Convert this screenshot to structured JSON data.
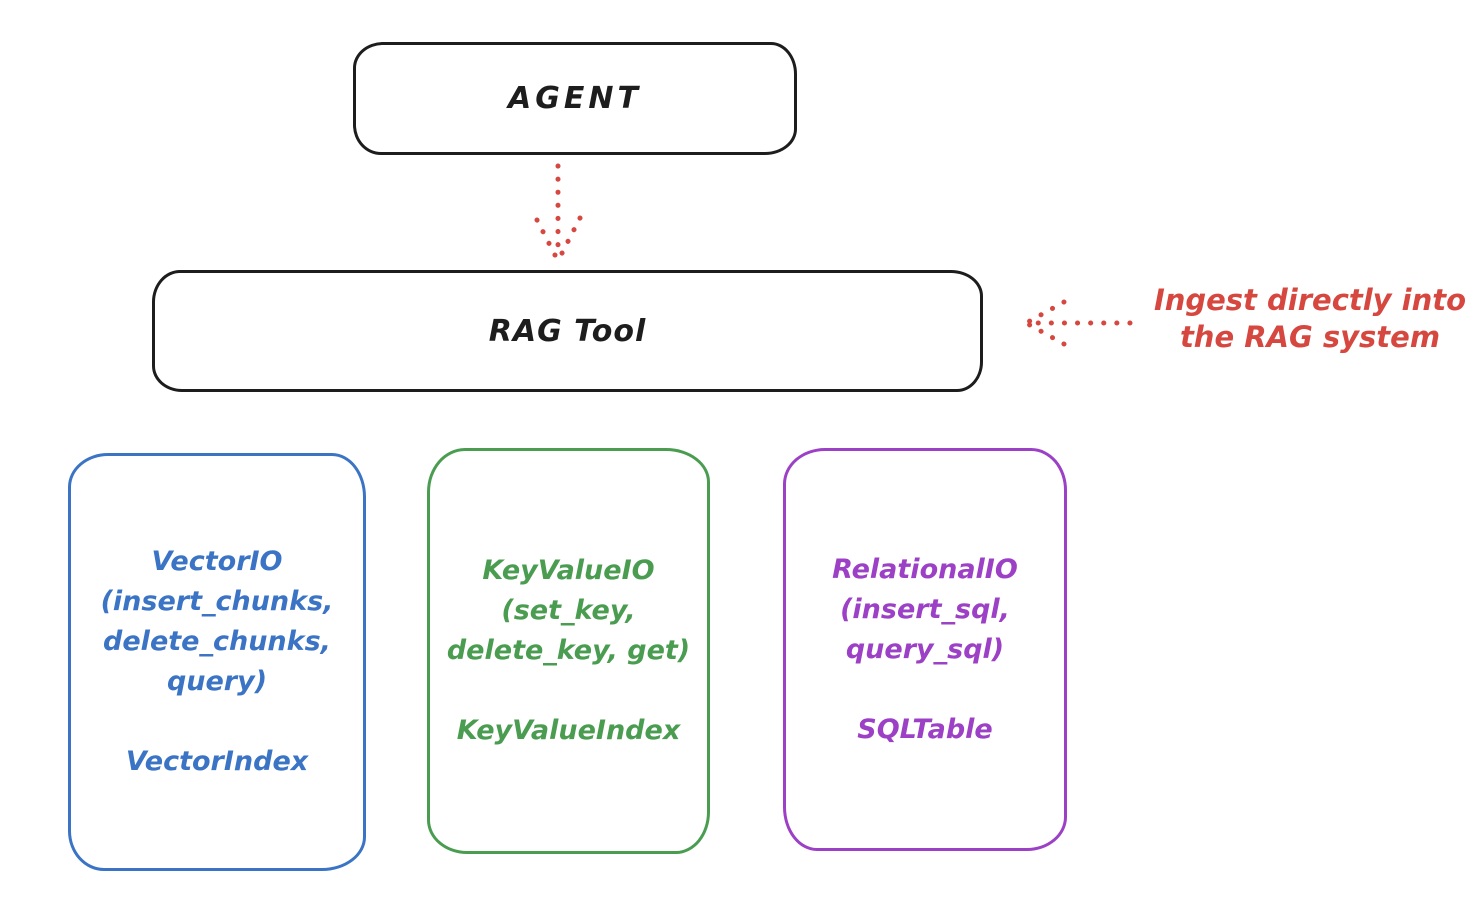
{
  "canvas": {
    "background": "#ffffff"
  },
  "agent_box": {
    "label": "AGENT",
    "stroke_color": "#1d1d1d"
  },
  "rag_box": {
    "label": "RAG Tool",
    "stroke_color": "#1d1d1d"
  },
  "ingest_annotation": {
    "line1": "Ingest directly into",
    "line2": "the RAG system",
    "color": "#d5473f"
  },
  "arrows": {
    "agent_to_rag": {
      "style": "dotted",
      "color": "#d5473f",
      "direction": "down"
    },
    "ingest_to_rag": {
      "style": "dotted",
      "color": "#d5473f",
      "direction": "left"
    }
  },
  "io_boxes": [
    {
      "name": "vector-io",
      "color": "#3b74c4",
      "lines": [
        "VectorIO",
        "(insert_chunks,",
        "delete_chunks,",
        "query)"
      ],
      "index_label": "VectorIndex"
    },
    {
      "name": "keyvalue-io",
      "color": "#4a9d50",
      "lines": [
        "KeyValueIO",
        "(set_key,",
        "delete_key, get)"
      ],
      "index_label": "KeyValueIndex"
    },
    {
      "name": "relational-io",
      "color": "#9c40c6",
      "lines": [
        "RelationalIO",
        "(insert_sql,",
        "query_sql)"
      ],
      "index_label": "SQLTable"
    }
  ]
}
